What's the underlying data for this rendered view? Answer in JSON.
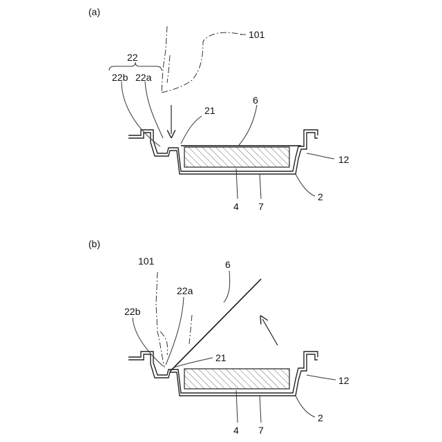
{
  "figure_a": {
    "panel_label": "(a)",
    "labels": {
      "finger": "101",
      "group": "22",
      "part_22b": "22b",
      "part_22a": "22a",
      "edge": "21",
      "film": "6",
      "flange": "12",
      "container": "2",
      "content": "4",
      "liner": "7"
    }
  },
  "figure_b": {
    "panel_label": "(b)",
    "labels": {
      "finger": "101",
      "film": "6",
      "part_22a": "22a",
      "part_22b": "22b",
      "edge": "21",
      "flange": "12",
      "container": "2",
      "content": "4",
      "liner": "7"
    }
  }
}
